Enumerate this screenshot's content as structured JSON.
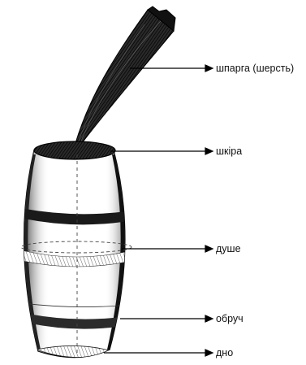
{
  "labels": {
    "fiber": "шпарга (шерсть)",
    "skin": "шкіра",
    "core": "душе",
    "hoop": "обруч",
    "bottom": "дно"
  },
  "colors": {
    "ink": "#111111",
    "dark_band": "#1a1a1a",
    "shade": "#7a7a7a"
  }
}
